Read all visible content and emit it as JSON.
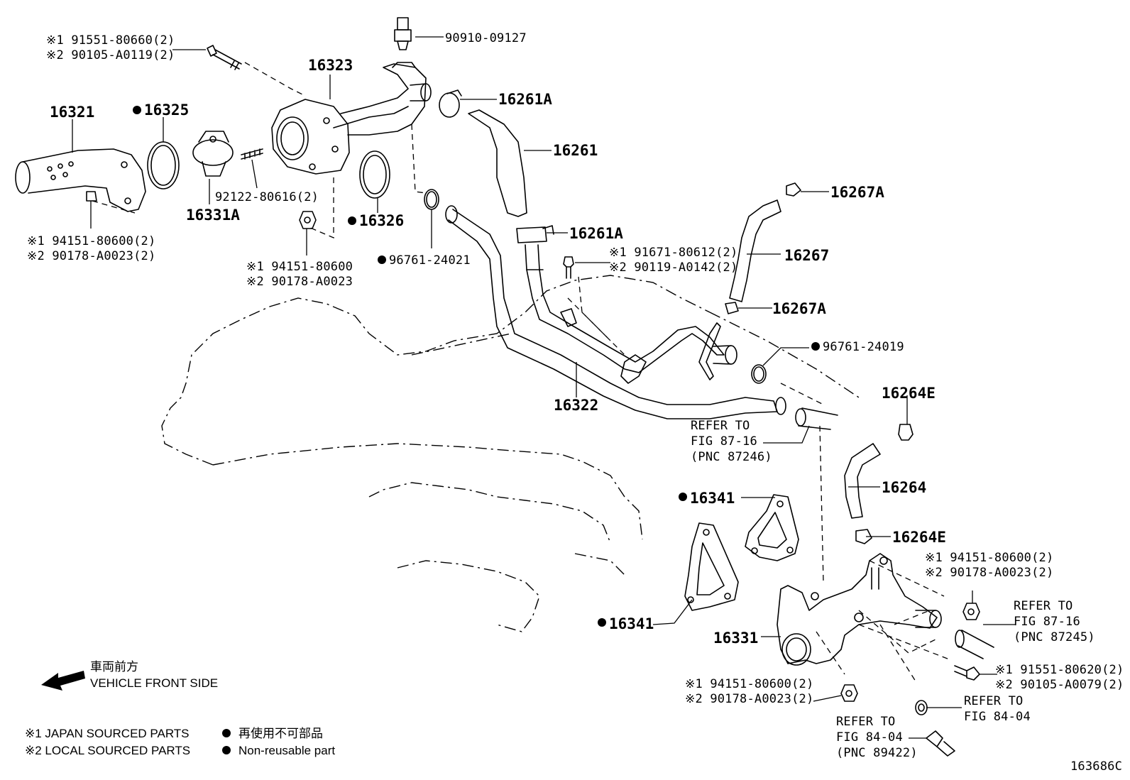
{
  "parts": {
    "bolt_top_j": "※1 91551-80660(2)",
    "bolt_top_l": "※2 90105-A0119(2)",
    "p16323": "16323",
    "p90910": "90910-09127",
    "p16321": "16321",
    "p16325": "16325",
    "p16261A_top": "16261A",
    "p16261": "16261",
    "p16331A": "16331A",
    "p92122": "92122-80616(2)",
    "p16326": "16326",
    "nut_left_j": "※1 94151-80600(2)",
    "nut_left_l": "※2 90178-A0023(2)",
    "nut_mid_j": "※1 94151-80600",
    "nut_mid_l": "※2 90178-A0023",
    "p96761_24021": "96761-24021",
    "p16261A_low": "16261A",
    "bolt_mid_j": "※1 91671-80612(2)",
    "bolt_mid_l": "※2 90119-A0142(2)",
    "p16267A_top": "16267A",
    "p16267": "16267",
    "p16267A_low": "16267A",
    "p96761_24019": "96761-24019",
    "p16322": "16322",
    "ref_87_16_a1": "REFER TO",
    "ref_87_16_a2": "FIG 87-16",
    "ref_87_16_a3": "(PNC 87246)",
    "p16264E_top": "16264E",
    "p16264": "16264",
    "p16264E_low": "16264E",
    "p16341_top": "16341",
    "p16341_low": "16341",
    "nut_right_j": "※1 94151-80600(2)",
    "nut_right_l": "※2 90178-A0023(2)",
    "ref_87_16_b1": "REFER TO",
    "ref_87_16_b2": "FIG 87-16",
    "ref_87_16_b3": "(PNC 87245)",
    "p16331": "16331",
    "bolt_right_j": "※1 91551-80620(2)",
    "bolt_right_l": "※2 90105-A0079(2)",
    "nut_bottom_j": "※1 94151-80600(2)",
    "nut_bottom_l": "※2 90178-A0023(2)",
    "ref_84_04_a1": "REFER TO",
    "ref_84_04_a2": "FIG 84-04",
    "ref_84_04_b1": "REFER TO",
    "ref_84_04_b2": "FIG 84-04",
    "ref_84_04_b3": "(PNC 89422)"
  },
  "legend": {
    "front_jp": "車両前方",
    "front_en": "VEHICLE FRONT SIDE",
    "japan": "※1 JAPAN SOURCED PARTS",
    "local": "※2 LOCAL SOURCED PARTS",
    "nonreuse_jp": "再使用不可部品",
    "nonreuse_en": "Non-reusable part"
  },
  "figure_id": "163686C"
}
